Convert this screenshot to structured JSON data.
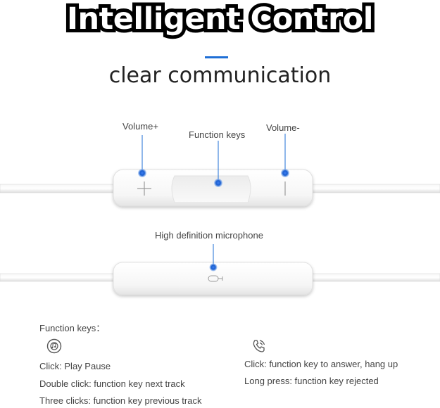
{
  "header": {
    "title": "Intelligent Control",
    "subtitle": "clear communication"
  },
  "remote_labels": {
    "volume_up": "Volume+",
    "function_keys": "Function keys",
    "volume_down": "Volume-"
  },
  "microphone_label": "High definition microphone",
  "legend": {
    "title": "Function keys：",
    "left": [
      "Click: Play Pause",
      "Double click: function key next track",
      "Three clicks: function key previous track"
    ],
    "right": [
      "Click: function key to answer, hang up",
      "Long press: function key rejected"
    ]
  },
  "colors": {
    "accent": "#1f6fd6",
    "marker": "#1a5fd0"
  },
  "icons": {
    "left": "music-disc-icon",
    "right": "phone-call-icon"
  }
}
